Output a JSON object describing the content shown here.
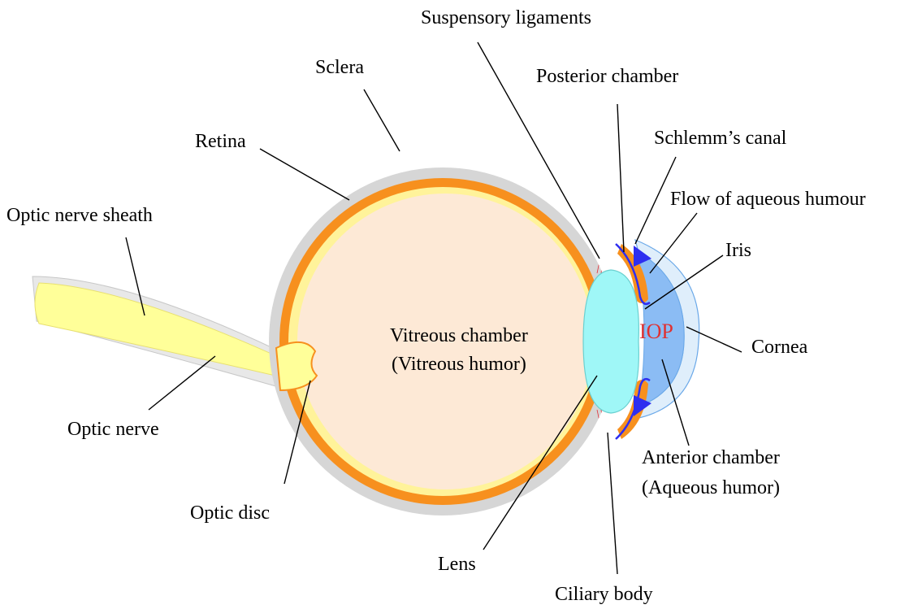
{
  "colors": {
    "sclera": "#d6d6d6",
    "retina": "#f7901e",
    "choroid_inner": "#fff39a",
    "vitreous": "#fde9d6",
    "optic_nerve": "#ffff99",
    "nerve_sheath": "#e8e8e8",
    "lens": "#9ff7f7",
    "anterior_chamber": "#8bbcf4",
    "cornea": "#dfeefb",
    "aqueous_flow": "#2e2ef0",
    "suspensory": "#e0303a",
    "iop_text": "#e03030"
  },
  "labels": {
    "suspensory_ligaments": "Suspensory ligaments",
    "sclera": "Sclera",
    "posterior_chamber": "Posterior chamber",
    "retina": "Retina",
    "schlemms_canal": "Schlemm’s canal",
    "flow_aqueous": "Flow of aqueous humour",
    "optic_nerve_sheath": "Optic nerve sheath",
    "iris": "Iris",
    "vitreous_line1": "Vitreous chamber",
    "vitreous_line2": "(Vitreous humor)",
    "iop": "IOP",
    "cornea": "Cornea",
    "optic_nerve": "Optic nerve",
    "anterior_line1": "Anterior chamber",
    "anterior_line2": "(Aqueous humor)",
    "optic_disc": "Optic disc",
    "lens": "Lens",
    "ciliary_body": "Ciliary body"
  }
}
